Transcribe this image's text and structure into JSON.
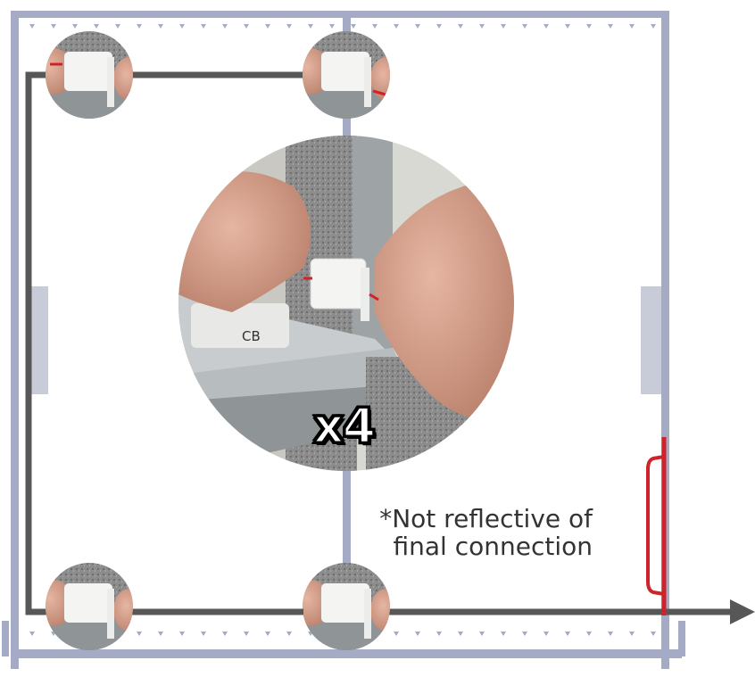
{
  "note": {
    "line1": "*Not reflective of",
    "line2": "final connection"
  },
  "badge": {
    "label": "x4"
  },
  "photos": {
    "main": {
      "caption": "CB",
      "subject": "hands joining white connector plugs"
    },
    "corners": [
      {
        "name": "connector-top-left"
      },
      {
        "name": "connector-top-middle"
      },
      {
        "name": "connector-bottom-left"
      },
      {
        "name": "connector-bottom-middle"
      }
    ]
  },
  "colors": {
    "frame": "#a5abc4",
    "wire": "#575757",
    "red_tab": "#d0222a",
    "side_tab": "#c8ccd8"
  },
  "icons": [
    "arrow-right-icon",
    "red-handle-icon"
  ]
}
